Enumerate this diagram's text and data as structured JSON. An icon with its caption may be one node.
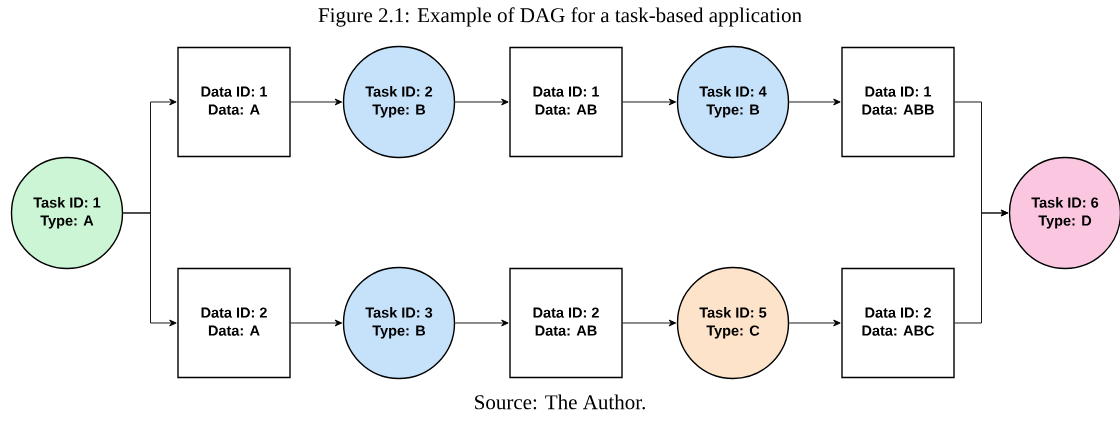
{
  "diagram": {
    "title": "Figure 2.1: Example of DAG for a task-based application",
    "caption": "Source: The Author.",
    "nodes": [
      {
        "text": [
          "Task ID: 1",
          "Type: A"
        ]
      },
      {
        "text": [
          "Data ID: 1",
          "Data: A"
        ]
      },
      {
        "text": [
          "Task ID: 2",
          "Type: B"
        ]
      },
      {
        "text": [
          "Data ID: 1",
          "Data: AB"
        ]
      },
      {
        "text": [
          "Task ID: 4",
          "Type: B"
        ]
      },
      {
        "text": [
          "Data ID: 1",
          "Data: ABB"
        ]
      },
      {
        "text": [
          "Data ID: 2",
          "Data: A"
        ]
      },
      {
        "text": [
          "Task ID: 3",
          "Type: B"
        ]
      },
      {
        "text": [
          "Data ID: 2",
          "Data: AB"
        ]
      },
      {
        "text": [
          "Task ID: 5",
          "Type: C"
        ]
      },
      {
        "text": [
          "Data ID: 2",
          "Data: ABC"
        ]
      },
      {
        "text": [
          "Task ID: 6",
          "Type: D"
        ]
      }
    ],
    "edges": [
      {
        "from": 0,
        "to": 1,
        "arrow": "to"
      },
      {
        "from": 0,
        "to": 6,
        "arrow": "to"
      },
      {
        "from": 1,
        "to": 2,
        "arrow": "to"
      },
      {
        "from": 2,
        "to": 3,
        "arrow": "to"
      },
      {
        "from": 3,
        "to": 4,
        "arrow": "to"
      },
      {
        "from": 4,
        "to": 5,
        "arrow": "to"
      },
      {
        "from": 6,
        "to": 7,
        "arrow": "to"
      },
      {
        "from": 7,
        "to": 8,
        "arrow": "to"
      },
      {
        "from": 8,
        "to": 9,
        "arrow": "to"
      },
      {
        "from": 9,
        "to": 10,
        "arrow": "to"
      },
      {
        "from": 5,
        "to": 11,
        "arrow": "to"
      },
      {
        "from": 10,
        "to": 11,
        "arrow": "to"
      }
    ]
  }
}
